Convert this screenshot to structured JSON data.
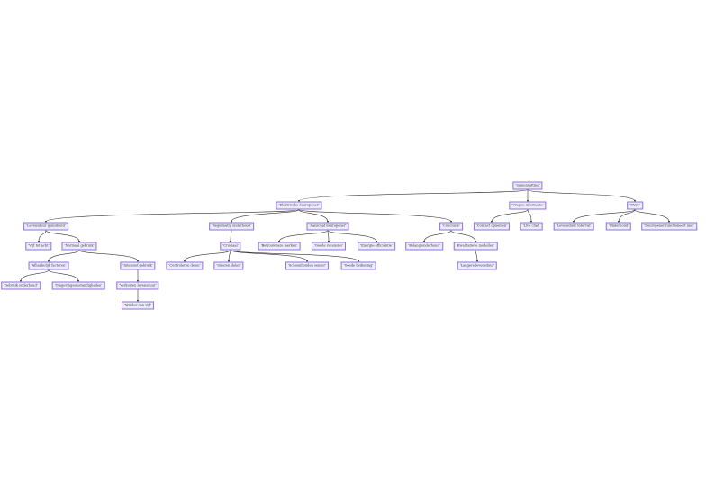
{
  "colors": {
    "node_fill": "#ECECFF",
    "node_border": "#9370DB",
    "edge": "#333333"
  },
  "nodes": [
    {
      "id": "root",
      "label": "'Samenvatting'"
    },
    {
      "id": "ed",
      "label": "'Elektrische deuropener'",
      "parent": "root"
    },
    {
      "id": "vi",
      "label": "'Vragen informatie'",
      "parent": "root"
    },
    {
      "id": "faq",
      "label": "'FAQs'",
      "parent": "root"
    },
    {
      "id": "lg",
      "label": "'Levensduur gemiddeld'",
      "parent": "ed"
    },
    {
      "id": "ro",
      "label": "'Regelmatig onderhoud'",
      "parent": "ed"
    },
    {
      "id": "ad",
      "label": "'Aanschaf deuropener'",
      "parent": "ed"
    },
    {
      "id": "co",
      "label": "'Conclusie'",
      "parent": "ed"
    },
    {
      "id": "cop",
      "label": "'Contact opnemen'",
      "parent": "vi"
    },
    {
      "id": "lc",
      "label": "'Live chat'",
      "parent": "vi"
    },
    {
      "id": "li",
      "label": "'Levensduur interval'",
      "parent": "faq"
    },
    {
      "id": "on",
      "label": "'Onderhoud'",
      "parent": "faq"
    },
    {
      "id": "dfn",
      "label": "'Deuropener functioneert niet'",
      "parent": "faq"
    },
    {
      "id": "vta",
      "label": "'Vijf tot acht'",
      "parent": "lg"
    },
    {
      "id": "ng",
      "label": "'Normaal gebruik'",
      "parent": "lg"
    },
    {
      "id": "cr",
      "label": "'Cruciaal'",
      "parent": "ro"
    },
    {
      "id": "bm",
      "label": "'Betrouwbare merken'",
      "parent": "ad"
    },
    {
      "id": "gr",
      "label": "'Goede recensies'",
      "parent": "ad"
    },
    {
      "id": "ee",
      "label": "'Energie-efficiëntie'",
      "parent": "ad"
    },
    {
      "id": "bo",
      "label": "'Belang onderhoud'",
      "parent": "co"
    },
    {
      "id": "km",
      "label": "'Kwalitatieve modellen'",
      "parent": "co"
    },
    {
      "id": "af",
      "label": "'Afhankelijk factoren'",
      "parent": "ng"
    },
    {
      "id": "ig",
      "label": "'Intensief gebruik'",
      "parent": "ng"
    },
    {
      "id": "cd",
      "label": "'Controleren delen'",
      "parent": "cr"
    },
    {
      "id": "sd",
      "label": "'Smeren delen'",
      "parent": "cr"
    },
    {
      "id": "ss",
      "label": "'Schoonhouden sensor'",
      "parent": "cr"
    },
    {
      "id": "gb",
      "label": "'Goede bediening'",
      "parent": "cr"
    },
    {
      "id": "ll",
      "label": "'Langere levensduur'",
      "parent": "km"
    },
    {
      "id": "go",
      "label": "'Gebruik onderhoud'",
      "parent": "af"
    },
    {
      "id": "oo",
      "label": "'Omgevingsomstandigheden'",
      "parent": "af"
    },
    {
      "id": "vl",
      "label": "'Verkorten levensduur'",
      "parent": "ig"
    },
    {
      "id": "mdv",
      "label": "'Minder dan vijf'",
      "parent": "vl"
    }
  ]
}
